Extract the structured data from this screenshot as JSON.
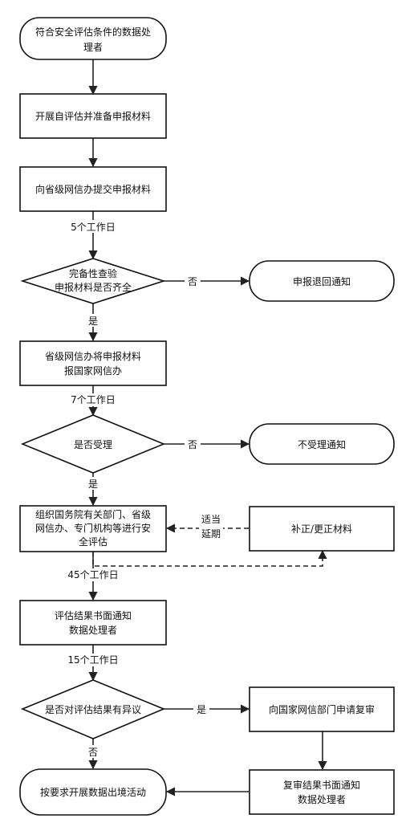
{
  "nodes": {
    "start": [
      "符合安全评估条件的数据处",
      "理者"
    ],
    "prepare": [
      "开展自评估并准备申报材料"
    ],
    "submit_province": [
      "向省级网信办提交申报材料"
    ],
    "check_completeness": [
      "完备性查验",
      "申报材料是否齐全"
    ],
    "return_notice": [
      "申报退回通知"
    ],
    "forward_national": [
      "省级网信办将申报材料",
      "报国家网信办"
    ],
    "accept_decision": [
      "是否受理"
    ],
    "reject_notice": [
      "不受理通知"
    ],
    "organize_assessment": [
      "组织国务院有关部门、省级",
      "网信办、专门机构等进行安",
      "全评估"
    ],
    "supplement": [
      "补正/更正材料"
    ],
    "result_notice": [
      "评估结果书面通知",
      "数据处理者"
    ],
    "objection_decision": [
      "是否对评估结果有异议"
    ],
    "apply_review": [
      "向国家网信部门申请复审"
    ],
    "review_notice": [
      "复审结果书面通知",
      "数据处理者"
    ],
    "end": [
      "按要求开展数据出境活动"
    ]
  },
  "edge_labels": {
    "days_5": "5个工作日",
    "days_7": "7个工作日",
    "days_45": "45个工作日",
    "days_15": "15个工作日",
    "yes": "是",
    "no": "否",
    "extend_line1": "适当",
    "extend_line2": "延期"
  }
}
